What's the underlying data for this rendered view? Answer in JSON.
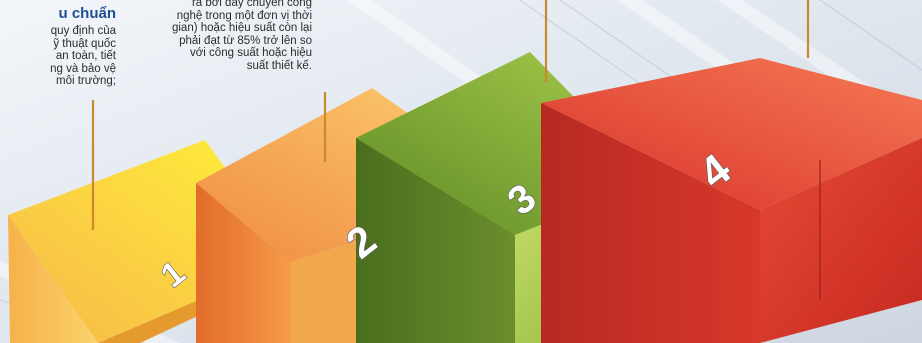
{
  "criteria": [
    {
      "number": "1",
      "heading": "u chuẩn",
      "text_lines": [
        "quy định của",
        "ỹ thuật quốc",
        "an toàn, tiết",
        "ng và bảo vệ",
        "môi trường;"
      ],
      "color": "#f6b73c"
    },
    {
      "number": "2",
      "text_lines": [
        "ra bởi dây chuyền công",
        "nghệ trong một đơn vị thời",
        "gian) hoặc hiệu suất còn lại",
        "phải đạt từ 85% trở lên so",
        "với công suất hoặc hiệu",
        "suất thiết kế."
      ],
      "color": "#ee7a38"
    },
    {
      "number": "3",
      "color": "#6f9a2d"
    },
    {
      "number": "4",
      "color": "#e0392d"
    }
  ],
  "colors": {
    "heading": "#1d4f91",
    "connector": "#c98a2f",
    "background": "#e9eef4"
  }
}
